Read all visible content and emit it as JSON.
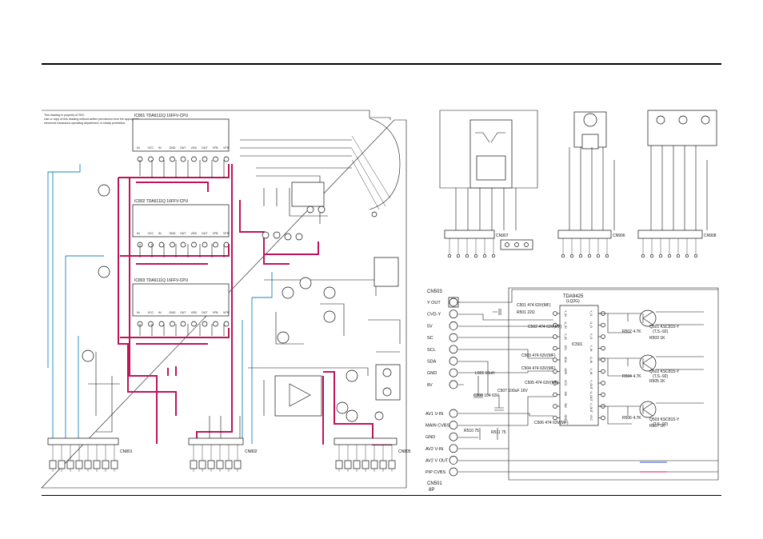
{
  "left_panel": {
    "notes": [
      "This drawing is property of SEC.",
      "Use or copy of this drawing without written permission from the appropriate",
      "electronic hazardous operating department, is strictly prohibited."
    ],
    "ic_titles": [
      "IC801 TDA6111Q 16FFV-CPU",
      "IC802 TDA6111Q 16FFV-CPU",
      "IC803 TDA6111Q 16FFV-CPU"
    ],
    "ic_pins": [
      "IN",
      "VCC",
      "IN",
      "GND",
      "OUT",
      "VDD",
      "OUT",
      "VFB",
      "VFB"
    ],
    "connector_left": "CN801",
    "connector_mid": "CN802",
    "connector_right": "CN805"
  },
  "av_jacks": {
    "connectors": [
      "CN907",
      "CN906",
      "CN908"
    ]
  },
  "pip_module": {
    "ic_name": "TDA9425",
    "ic_sub": "(LQ2G)",
    "ic_ref": "IC501",
    "connector_top": "CN503",
    "connector_bottom": "CN501",
    "connector_bottom_sub": "8P",
    "left_pins": [
      {
        "label": "Y OUT"
      },
      {
        "label": "CVD-Y"
      },
      {
        "label": "5V"
      },
      {
        "label": "SC"
      },
      {
        "label": "SCL"
      },
      {
        "label": "SDA"
      },
      {
        "label": "GND"
      },
      {
        "label": "8V"
      }
    ],
    "left_pins_bottom": [
      {
        "label": "AV1 V-IN"
      },
      {
        "label": "MAIN CVBS"
      },
      {
        "label": "GND"
      },
      {
        "label": "AV2 V-IN"
      },
      {
        "label": "AV2 V OUT"
      },
      {
        "label": "PIP CVBS"
      }
    ],
    "ic_pins_left": [
      "Y_IN",
      "U_IN",
      "V_IN",
      "SCL",
      "SDA",
      "ADR",
      "VCC",
      "SW",
      "SW",
      "GND"
    ],
    "ic_pins_right": [
      "Y_O",
      "U_O",
      "V_O",
      "Y_IN",
      "U_IN",
      "V_IN",
      "Y_OUT",
      "U_OUT",
      "V_OUT",
      "VCC"
    ],
    "caps": [
      "C501 474 63V(MF)",
      "C502 474 63V(MF)",
      "C503 474 63V(MF)",
      "C504 474 63V(MF)",
      "C505 474 63V(MF)",
      "C506 474 63V(MF)"
    ],
    "resistors": [
      "R501 22Ω",
      "R510 75",
      "R511 75",
      "R502 4.7K",
      "R503 1K",
      "R504 4.7K",
      "R505 1K",
      "R506 4.7K",
      "R507 1K"
    ],
    "transistors": [
      "Q501 KSC815-Y",
      "Q502 KSC815-Y",
      "Q503 KSC815-Y"
    ],
    "transistor_sub": "(T.S.-92)",
    "parts_misc": [
      "L501 10uH",
      "C507 100uF 16V",
      "C508 104 63V"
    ]
  },
  "colors": {
    "wire": "#111111",
    "highlight_magenta": "#c0145a",
    "highlight_blue": "#1a86b8",
    "legend_blue": "#2c4fd1",
    "legend_red": "#d0145a"
  }
}
